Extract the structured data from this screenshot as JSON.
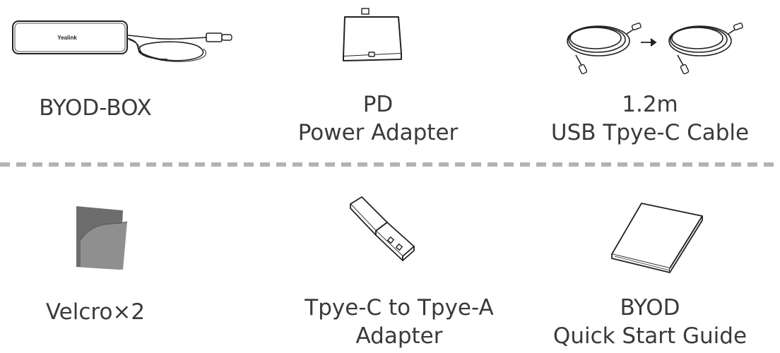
{
  "items": [
    {
      "id": "byod-box",
      "lines": [
        "BYOD-BOX"
      ],
      "illustration": "byod-box-device",
      "logo_text": "Yealink"
    },
    {
      "id": "pd-power-adapter",
      "lines": [
        "PD",
        "Power Adapter"
      ],
      "illustration": "power-adapter"
    },
    {
      "id": "usb-cable",
      "lines": [
        "1.2m",
        "USB Tpye-C Cable"
      ],
      "illustration": "coiled-usb-c-cable"
    },
    {
      "id": "velcro",
      "lines": [
        "Velcro×2"
      ],
      "illustration": "velcro-strip"
    },
    {
      "id": "c-to-a-adapter",
      "lines": [
        "Tpye-C to Tpye-A",
        "Adapter"
      ],
      "illustration": "usb-adapter"
    },
    {
      "id": "quick-start-guide",
      "lines": [
        "BYOD",
        "Quick Start Guide"
      ],
      "illustration": "booklet"
    }
  ],
  "colors": {
    "text": "#3a3a3a",
    "divider": "#b0b3b8",
    "line": "#222222",
    "velcro_dark": "#6d6d6d",
    "velcro_light": "#8f8f8f"
  }
}
